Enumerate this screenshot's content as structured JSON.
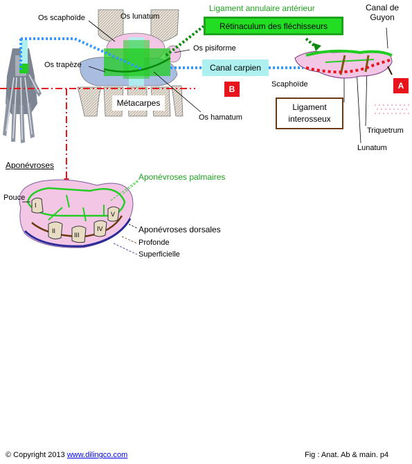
{
  "labels": {
    "os_scaphoide": "Os scaphoïde",
    "os_lunatum": "Os lunatum",
    "ligament_annulaire": "Ligament annulaire antérieur",
    "canal_guyon": "Canal de\nGuyon",
    "retinaculum": "Rétinaculum des fléchisseurs",
    "os_pisiforme": "Os pisiforme",
    "os_trapeze": "Os trapèze",
    "canal_carpien": "Canal carpien",
    "scaphoide": "Scaphoïde",
    "metacarpes": "Métacarpes",
    "os_hamatum": "Os hamatum",
    "ligament_interosseux": "Ligament\ninterosseux",
    "triquetrum": "Triquetrum",
    "lunatum": "Lunatum",
    "aponevroses": "Aponévroses",
    "aponevroses_palmaires": "Aponévroses palmaires",
    "pouce": "Pouce",
    "aponevroses_dorsales": "Aponévroses dorsales",
    "profonde": "Profonde",
    "superficielle": "Superficielle"
  },
  "badges": {
    "a": "A",
    "b": "B"
  },
  "metacarpal_numerals": [
    "I",
    "II",
    "III",
    "IV",
    "V"
  ],
  "footer": {
    "copyright": "© Copyright 2013 ",
    "link": "www.dilingco.com",
    "fig": "Fig :  Anat. Ab & main. p4"
  },
  "colors": {
    "green": "#1fa31f",
    "bright_green": "#22cc22",
    "blue_dotted": "#3399ff",
    "red": "#e8141b",
    "canal_fill": "#aef0f0",
    "pink": "#f3c6e6",
    "brown": "#6b3a10",
    "dorsal_blue": "#2a2a9a"
  }
}
